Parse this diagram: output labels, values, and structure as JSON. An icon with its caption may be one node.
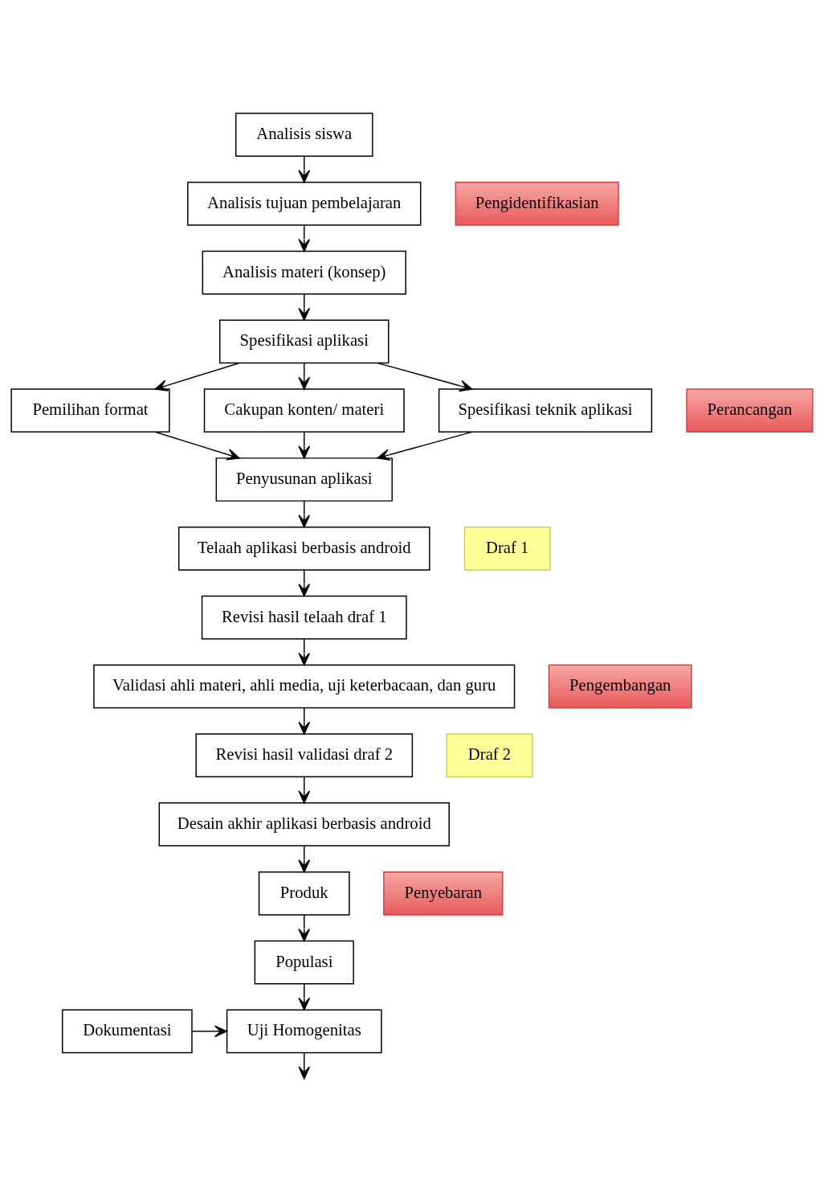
{
  "diagram": {
    "nodes": [
      {
        "text": [
          "Analisis siswa"
        ]
      },
      {
        "text": [
          "Analisis tujuan pembelajaran"
        ]
      },
      {
        "text": [
          "Analisis materi (konsep)"
        ]
      },
      {
        "text": [
          "Spesifikasi aplikasi"
        ]
      },
      {
        "text": [
          "Pemilihan format"
        ]
      },
      {
        "text": [
          "Cakupan konten/ materi"
        ]
      },
      {
        "text": [
          "Spesifikasi teknik aplikasi"
        ]
      },
      {
        "text": [
          "Penyusunan aplikasi"
        ]
      },
      {
        "text": [
          "Telaah aplikasi berbasis android"
        ]
      },
      {
        "text": [
          "Revisi hasil telaah draf 1"
        ]
      },
      {
        "text": [
          "Validasi ahli materi, ahli media, uji keterbacaan, dan guru"
        ]
      },
      {
        "text": [
          "Revisi hasil validasi draf 2"
        ]
      },
      {
        "text": [
          "Desain akhir aplikasi berbasis android"
        ]
      },
      {
        "text": [
          "Produk"
        ]
      },
      {
        "text": [
          "Populasi"
        ]
      },
      {
        "text": [
          "Uji Homogenitas"
        ]
      },
      {
        "text": [
          "Dokumentasi"
        ]
      },
      {
        "text": [
          "Pengidentifikasian"
        ]
      },
      {
        "text": [
          "Perancangan"
        ]
      },
      {
        "text": [
          "Pengembangan"
        ]
      },
      {
        "text": [
          "Penyebaran"
        ]
      },
      {
        "text": [
          "Draf 1"
        ]
      },
      {
        "text": [
          "Draf 2"
        ]
      }
    ],
    "edges": [
      {
        "from": 0,
        "to": 1,
        "arrow": "to"
      },
      {
        "from": 1,
        "to": 2,
        "arrow": "to"
      },
      {
        "from": 2,
        "to": 3,
        "arrow": "to"
      },
      {
        "from": 3,
        "to": 4,
        "arrow": "to"
      },
      {
        "from": 3,
        "to": 5,
        "arrow": "to"
      },
      {
        "from": 3,
        "to": 6,
        "arrow": "to"
      },
      {
        "from": 4,
        "to": 7,
        "arrow": "to"
      },
      {
        "from": 5,
        "to": 7,
        "arrow": "to"
      },
      {
        "from": 6,
        "to": 7,
        "arrow": "to"
      },
      {
        "from": 7,
        "to": 8,
        "arrow": "to"
      },
      {
        "from": 8,
        "to": 9,
        "arrow": "to"
      },
      {
        "from": 9,
        "to": 10,
        "arrow": "to"
      },
      {
        "from": 10,
        "to": 11,
        "arrow": "to"
      },
      {
        "from": 11,
        "to": 12,
        "arrow": "to"
      },
      {
        "from": 12,
        "to": 13,
        "arrow": "to"
      },
      {
        "from": 13,
        "to": 14,
        "arrow": "to"
      },
      {
        "from": 14,
        "to": 15,
        "arrow": "to"
      },
      {
        "from": 16,
        "to": 15,
        "arrow": "to"
      },
      {
        "from": 15,
        "to": null,
        "arrow": "to"
      }
    ]
  }
}
